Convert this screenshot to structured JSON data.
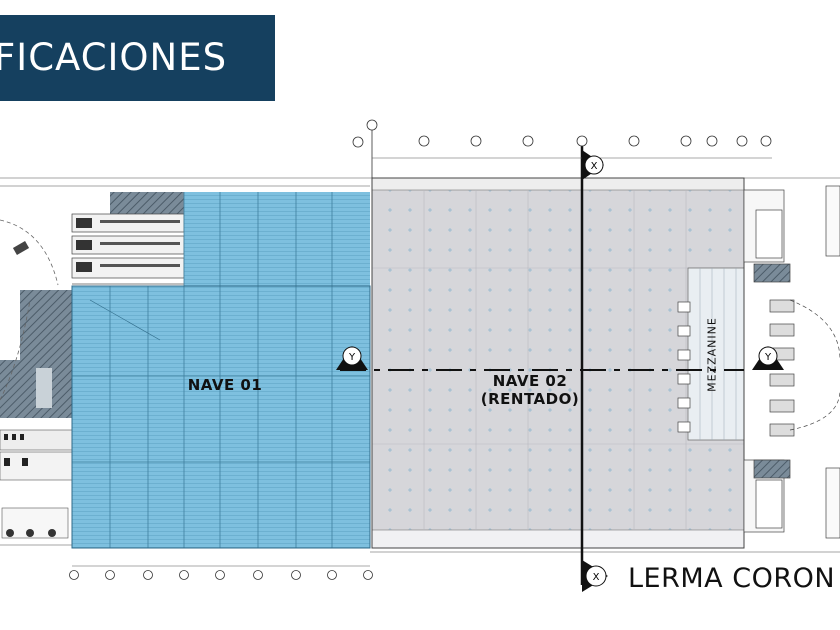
{
  "header": {
    "title": "FICACIONES"
  },
  "areas": {
    "nave_01": {
      "label": "NAVE 01"
    },
    "nave_02": {
      "label": "NAVE 02",
      "sublabel": "(RENTADO)"
    },
    "mezzanine": {
      "label": "MEZZANINE"
    }
  },
  "street": {
    "label": "LERMA CORON"
  },
  "axis_marks": {
    "x": "X",
    "y": "Y"
  },
  "colors": {
    "header_bg": "#15405f",
    "nave_01_fill": "#7fc1e0",
    "nave_02_fill": "#d9d9dd"
  }
}
